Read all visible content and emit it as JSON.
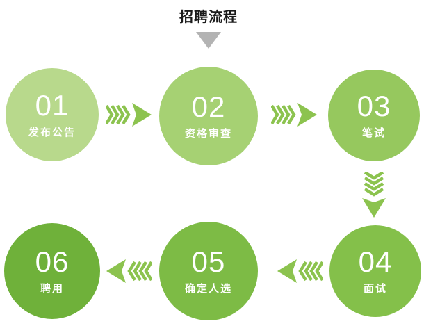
{
  "title": "招聘流程",
  "colors": {
    "arrow": "#8cc34f",
    "marker": "#b3b3b3",
    "title_text": "#1a1a1a",
    "step_text": "#ffffff"
  },
  "steps": [
    {
      "number": "01",
      "label": "发布公告",
      "color": "#b8d98c"
    },
    {
      "number": "02",
      "label": "资格审查",
      "color": "#a6d173"
    },
    {
      "number": "03",
      "label": "笔试",
      "color": "#96c85e"
    },
    {
      "number": "04",
      "label": "面试",
      "color": "#84c04a"
    },
    {
      "number": "05",
      "label": "确定人选",
      "color": "#7dbb45"
    },
    {
      "number": "06",
      "label": "聘用",
      "color": "#6fb13a"
    }
  ]
}
